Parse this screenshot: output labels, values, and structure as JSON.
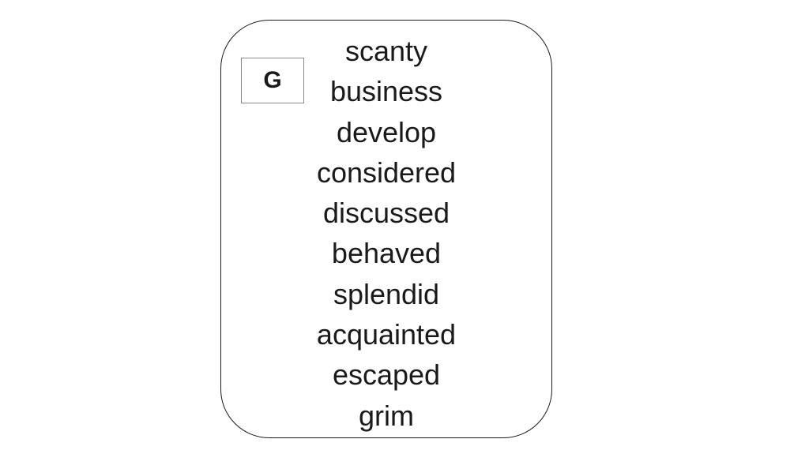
{
  "card": {
    "label": "G",
    "words": [
      "scanty",
      "business",
      "develop",
      "considered",
      "discussed",
      "behaved",
      "splendid",
      "acquainted",
      "escaped",
      "grim"
    ]
  },
  "colors": {
    "background": "#ffffff",
    "text": "#1a1a1a",
    "card_border": "#1a1a1a",
    "label_border": "#888888"
  }
}
